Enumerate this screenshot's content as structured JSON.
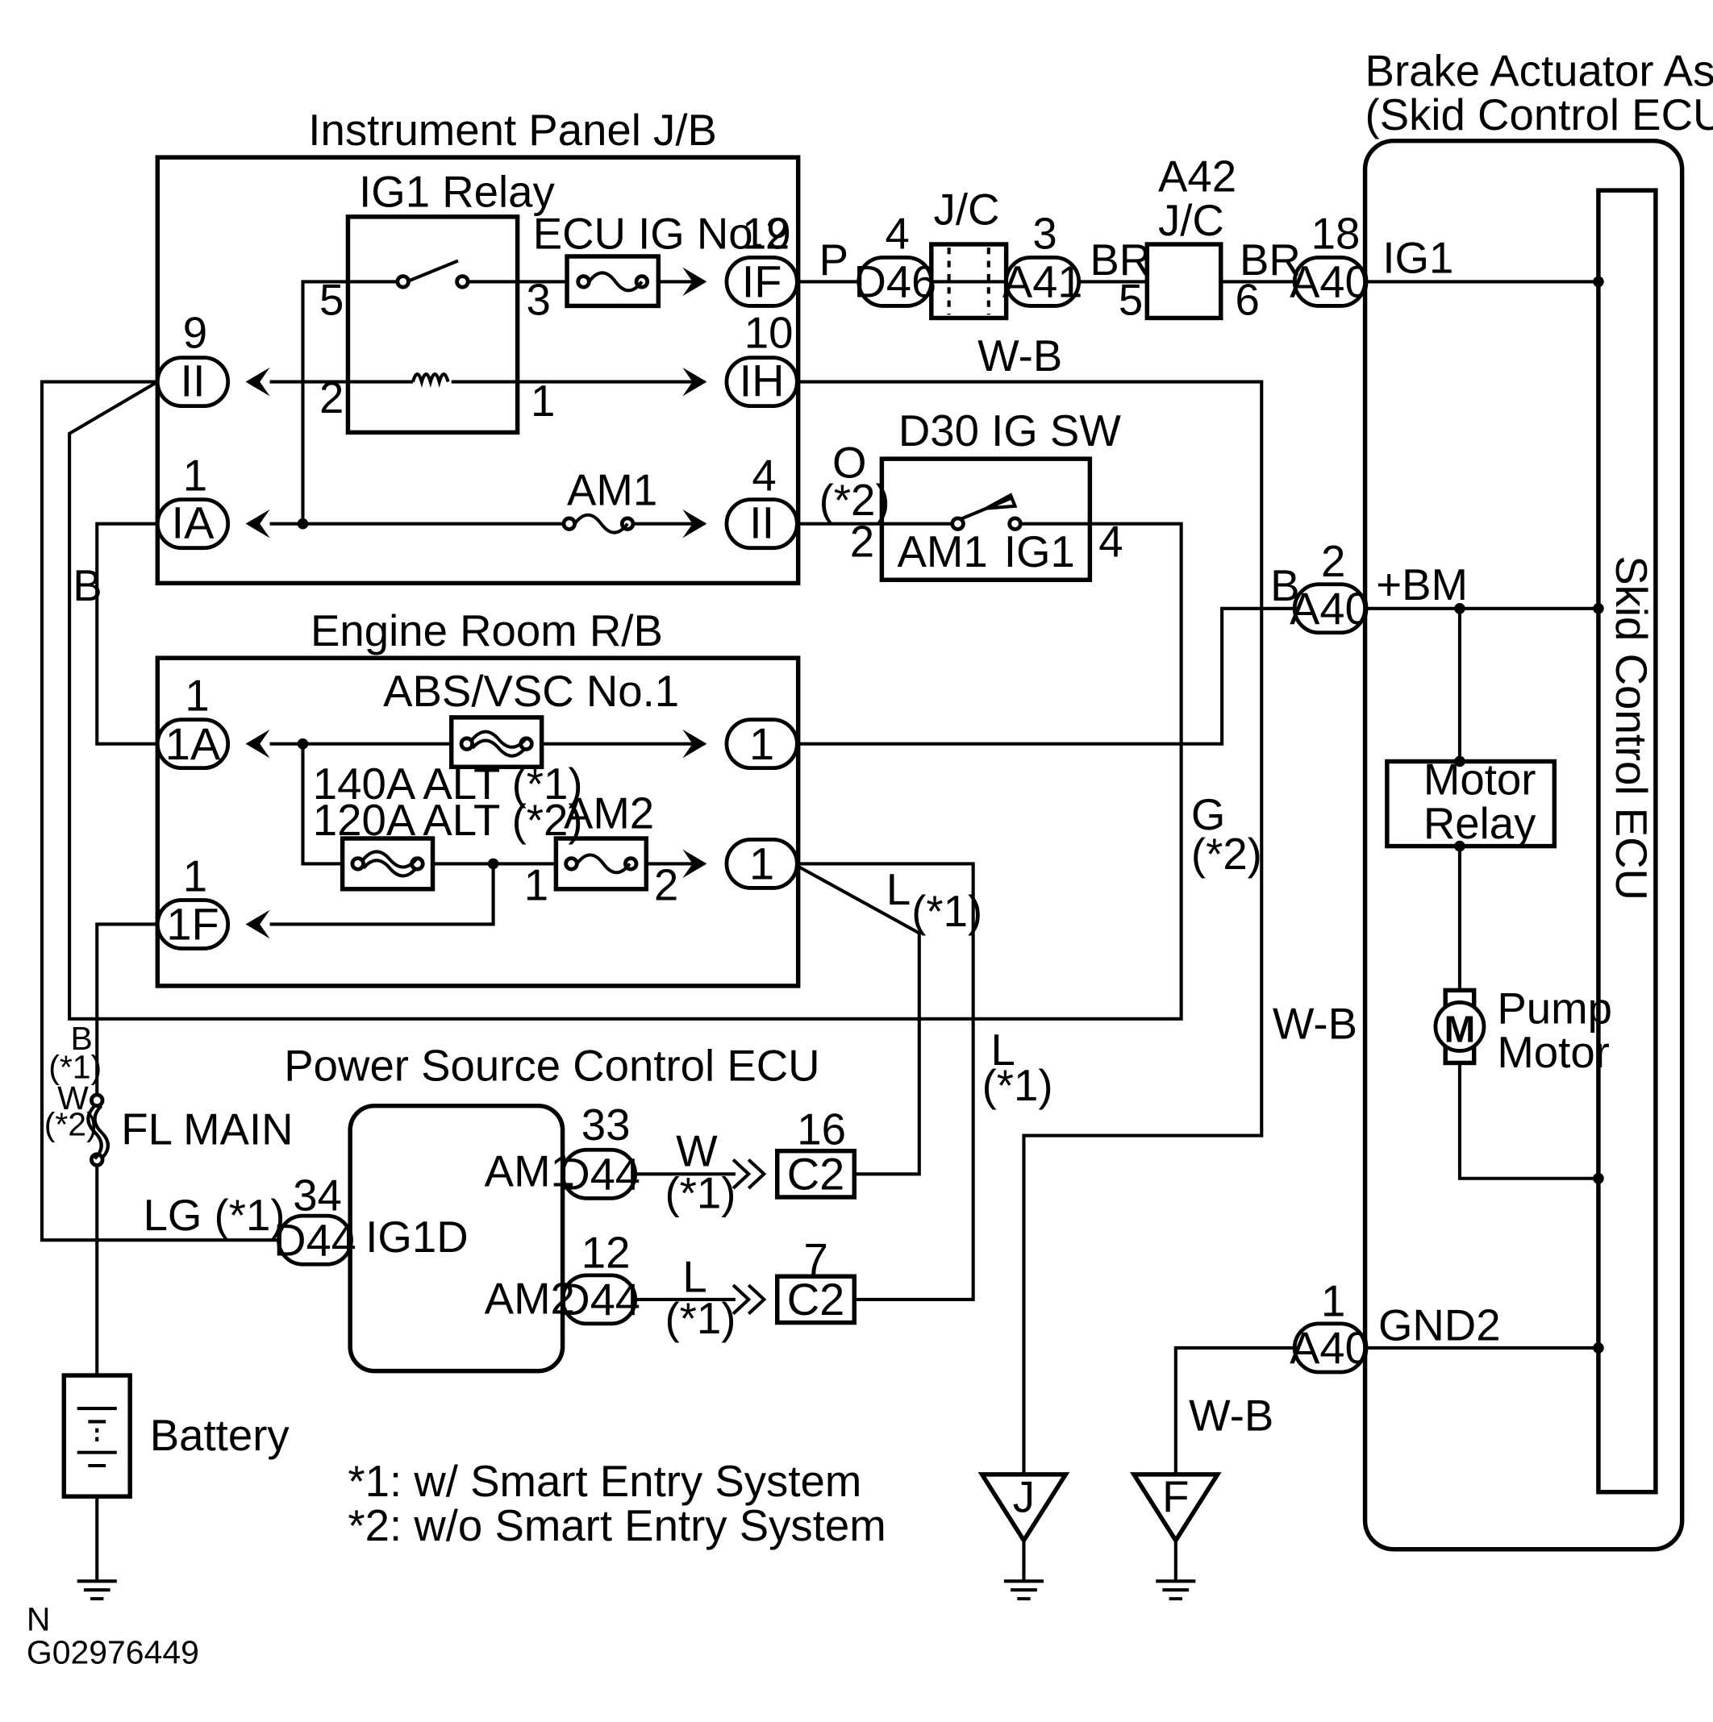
{
  "labels": {
    "brake_title_1": "Brake Actuator Assy",
    "brake_title_2": "(Skid Control ECU)",
    "instrument_panel": "Instrument Panel J/B",
    "ig1_relay": "IG1 Relay",
    "ecu_ig_no2": "ECU IG No.2",
    "engine_room": "Engine Room R/B",
    "abs_vsc": "ABS/VSC No.1",
    "alt_140": "140A ALT (*1)",
    "alt_120": "120A ALT (*2)",
    "am2_fuse": "AM2",
    "am1_fuse": "AM1",
    "ig_sw": "D30 IG SW",
    "ig_sw_am1": "AM1",
    "ig_sw_ig1": "IG1",
    "power_source": "Power Source Control ECU",
    "ps_am1": "AM1",
    "ps_ig1d": "IG1D",
    "ps_am2": "AM2",
    "fl_main": "FL MAIN",
    "battery": "Battery",
    "motor_relay_1": "Motor",
    "motor_relay_2": "Relay",
    "pump_1": "Pump",
    "pump_2": "Motor",
    "motor_glyph": "M",
    "skid_ecu": "Skid Control ECU",
    "jc1": "J/C",
    "a42": "A42",
    "jc2": "J/C",
    "term_ig1": "IG1",
    "term_bm": "+BM",
    "term_gnd2": "GND2",
    "note1": "*1: w/ Smart Entry System",
    "note2": "*2: w/o Smart Entry System",
    "corner_n": "N",
    "figure_code": "G02976449",
    "ground_j": "J",
    "ground_f": "F"
  },
  "wires": {
    "p": "P",
    "br1": "BR",
    "br2": "BR",
    "wb1": "W-B",
    "wb2": "W-B",
    "wb3": "W-B",
    "o": "O",
    "o_note": "(*2)",
    "b_left": "B",
    "b_bm": "B",
    "g": "G",
    "g_note": "(*2)",
    "l1": "L",
    "l1_note": "(*1)",
    "l2": "L",
    "l2_note": "(*1)",
    "fl_b": "B",
    "fl_b_note": "(*1)",
    "fl_w": "W",
    "fl_w_note": "(*2)",
    "lg": "LG (*1)",
    "w_c2": "W",
    "w_c2_note": "(*1)",
    "l_c2": "L",
    "l_c2_note": "(*1)"
  },
  "connectors": {
    "ii_top": "II",
    "ih": "IH",
    "if": "IF",
    "ia": "IA",
    "ii_am1": "II",
    "ab1a": "1A",
    "ab_out": "1",
    "f1f": "1F",
    "am2_out": "1",
    "d46": "D46",
    "a41": "A41",
    "a40_ig1": "A40",
    "a40_bm": "A40",
    "a40_gnd": "A40",
    "d44_lg": "D44",
    "d44_am1": "D44",
    "d44_am2": "D44",
    "c2_am1": "C2",
    "c2_am2": "C2"
  },
  "pins": {
    "relay_5": "5",
    "relay_3": "3",
    "relay_2": "2",
    "relay_1": "1",
    "ii_top": "9",
    "ih": "10",
    "if": "19",
    "ia": "1",
    "ii_am1": "4",
    "d46": "4",
    "a41": "3",
    "a42_5": "5",
    "a42_6": "6",
    "a40_ig1": "18",
    "igsw_2": "2",
    "igsw_4": "4",
    "a40_bm": "2",
    "a40_gnd": "1",
    "ab1a": "1",
    "f1f": "1",
    "am2_1": "1",
    "am2_2": "2",
    "d44_lg": "34",
    "d44_am1": "33",
    "d44_am2": "12",
    "c2_am1": "16",
    "c2_am2": "7"
  }
}
